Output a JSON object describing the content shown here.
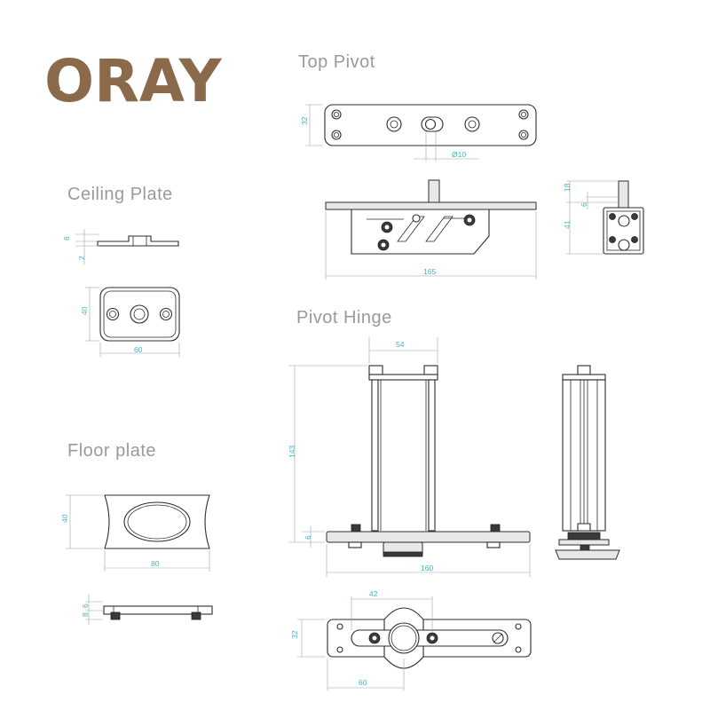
{
  "brand": {
    "name": "ORAY",
    "color": "#8b6a4b"
  },
  "colors": {
    "dimension": "#3fb5c4",
    "title": "#9a9a9a",
    "line": "#2b2b2b"
  },
  "sections": {
    "top_pivot": "Top Pivot",
    "ceiling_plate": "Ceiling Plate",
    "pivot_hinge": "Pivot Hinge",
    "floor_plate": "Floor plate"
  },
  "dimensions": {
    "top_pivot_height": "32",
    "top_pivot_pin": "Ø10",
    "top_pivot_length": "165",
    "top_pivot_pin_height": "18",
    "top_pivot_pin_small": "6",
    "top_pivot_side_height": "41",
    "ceiling_thickness_a": "6",
    "ceiling_thickness_b": "2",
    "ceiling_height": "40",
    "ceiling_width": "60",
    "hinge_width": "54",
    "hinge_height": "143",
    "hinge_base": "6",
    "hinge_length": "160",
    "bottom_spacing": "42",
    "bottom_height": "32",
    "bottom_offset": "60",
    "floor_height": "40",
    "floor_width": "80",
    "floor_side_a": "8",
    "floor_side_b": "6"
  }
}
